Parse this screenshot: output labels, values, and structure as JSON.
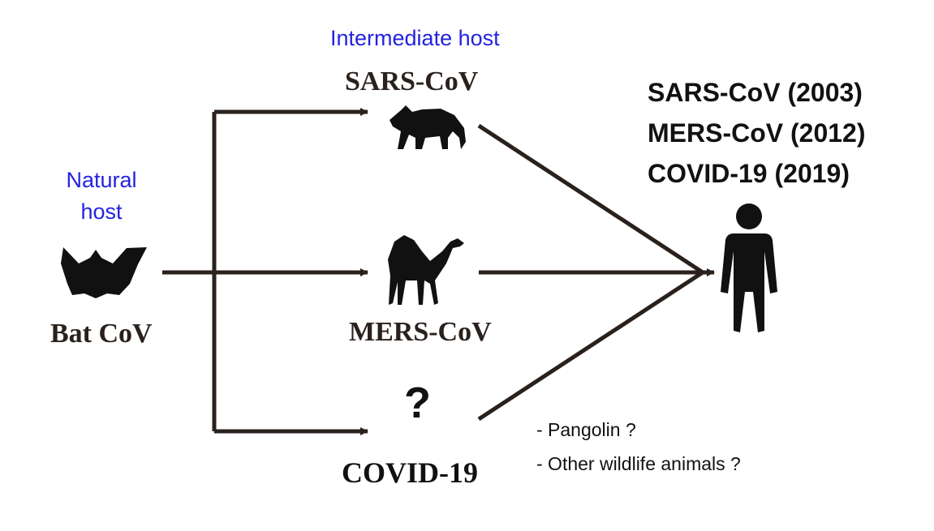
{
  "labels": {
    "intermediate_host": "Intermediate host",
    "natural_host": "Natural host",
    "sars": "SARS-CoV",
    "mers": "MERS-CoV",
    "covid": "COVID-19",
    "bat": "Bat CoV",
    "unknown": "?"
  },
  "outbreaks": [
    "SARS-CoV (2003)",
    "MERS-CoV (2012)",
    "COVID-19 (2019)"
  ],
  "candidates": [
    "- Pangolin ?",
    "- Other wildlife animals ?"
  ],
  "colors": {
    "accent": "#2323e0",
    "line": "#2a211d",
    "text": "#111111"
  },
  "icons": [
    "bat-icon",
    "civet-icon",
    "camel-icon",
    "question-mark-icon",
    "human-icon"
  ]
}
